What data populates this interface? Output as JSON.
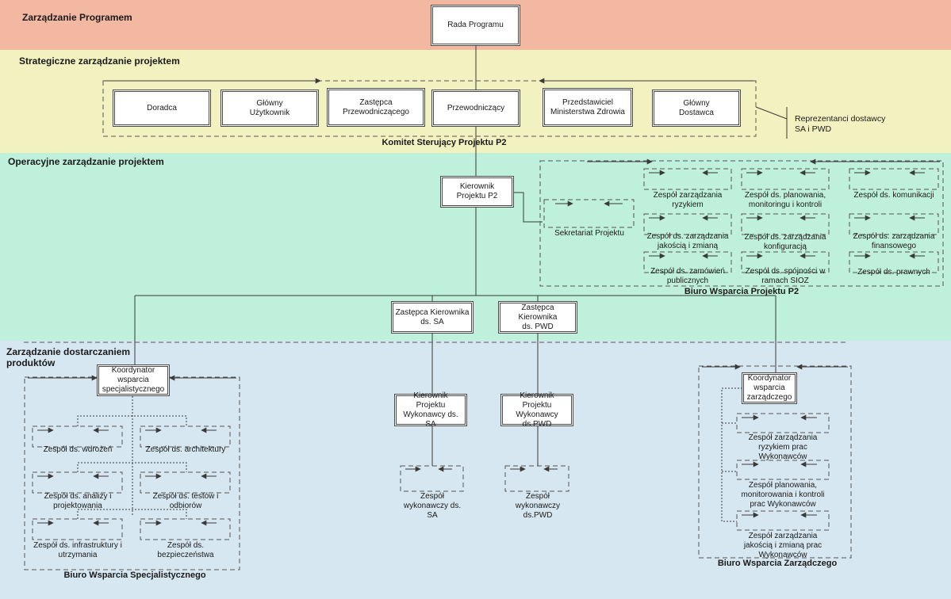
{
  "colors": {
    "program_band": "#f2b8a2",
    "strategic_band": "#f2f2c1",
    "operational_band": "#bff0db",
    "delivery_band": "#d7e7f1",
    "line": "#3a3a3a"
  },
  "bands": {
    "program": "Zarządzanie Programem",
    "strategic": "Strategiczne zarządzanie projektem",
    "operational": "Operacyjne zarządzanie projektem",
    "delivery": "Zarządzanie dostarczaniem\nproduktów"
  },
  "boxes": {
    "rada": "Rada Programu",
    "doradca": "Doradca",
    "glowny_uzytkownik": "Główny\nUżytkownik",
    "zastepca_przew": "Zastępca\nPrzewodniczącego",
    "przewodniczacy": "Przewodniczący",
    "przedstawiciel": "Przedstawiciel\nMinisterstwa Zdrowia",
    "glowny_dostawca": "Główny\nDostawca",
    "kierownik_p2": "Kierownik\nProjektu P2",
    "zastepca_sa": "Zastępca Kierownika\nds. SA",
    "zastepca_pwd": "Zastępca Kierownika\nds. PWD",
    "kierownik_wyk_sa": "Kierownik Projektu\nWykonawcy ds. SA",
    "kierownik_wyk_pwd": "Kierownik Projektu\nWykonawcy\nds.PWD",
    "koord_spec": "Koordynator\nwsparcia\nspecjalistycznego",
    "koord_zarz": "Koordynator\nwsparcia\nzarządczego"
  },
  "groups": {
    "komitet": "Komitet Sterujący Projektu P2",
    "biuro_p2": "Biuro Wsparcia Projektu P2",
    "biuro_spec": "Biuro Wsparcia Specjalistycznego",
    "biuro_zarz": "Biuro Wsparcia Zarządczego"
  },
  "notes": {
    "reprezentanci": "Reprezentanci dostawcy\nSA i PWD"
  },
  "teams": {
    "sekretariat": "Sekretariat Projektu",
    "ryzyko": "Zespół zarządzania\nryzykiem",
    "planowanie": "Zespół ds. planowania,\nmonitoringu i kontroli",
    "komunikacja": "Zespół ds. komunikacji",
    "jakosc": "Zespół ds. zarządzania\njakością i zmianą",
    "konfiguracja": "Zespół ds. zarządzania\nkonfiguracją",
    "finansowe": "Zespół ds. zarządzania\nfinansowego",
    "zamowienia": "Zespół ds. zamówień\npublicznych",
    "spojnosc": "Zespół ds. spójności w\nramach SIOZ",
    "prawne": "Zespół ds. prawnych",
    "wdrozenia": "Zespół ds. wdrożeń",
    "architektura": "Zespół ds. architektury",
    "analizy": "Zespół ds. analizy i\nprojektowania",
    "testy": "Zespół ds. testów i\nodbiorów",
    "infrastruktura": "Zespół ds. infrastruktury i\nutrzymania",
    "bezpieczenstwo": "Zespół ds.\nbezpieczeństwa",
    "wyk_sa": "Zespół\nwykonawczy ds.\nSA",
    "wyk_pwd": "Zespół\nwykonawczy\nds.PWD",
    "ryzyko_wyk": "Zespół zarządzania\nryzykiem prac\nWykonawców",
    "planowanie_wyk": "Zespół planowania,\nmonitorowania i kontroli\nprac Wykonawców",
    "jakosc_wyk": "Zespół zarządzania\njakością i zmianą prac\nWykonawców"
  }
}
